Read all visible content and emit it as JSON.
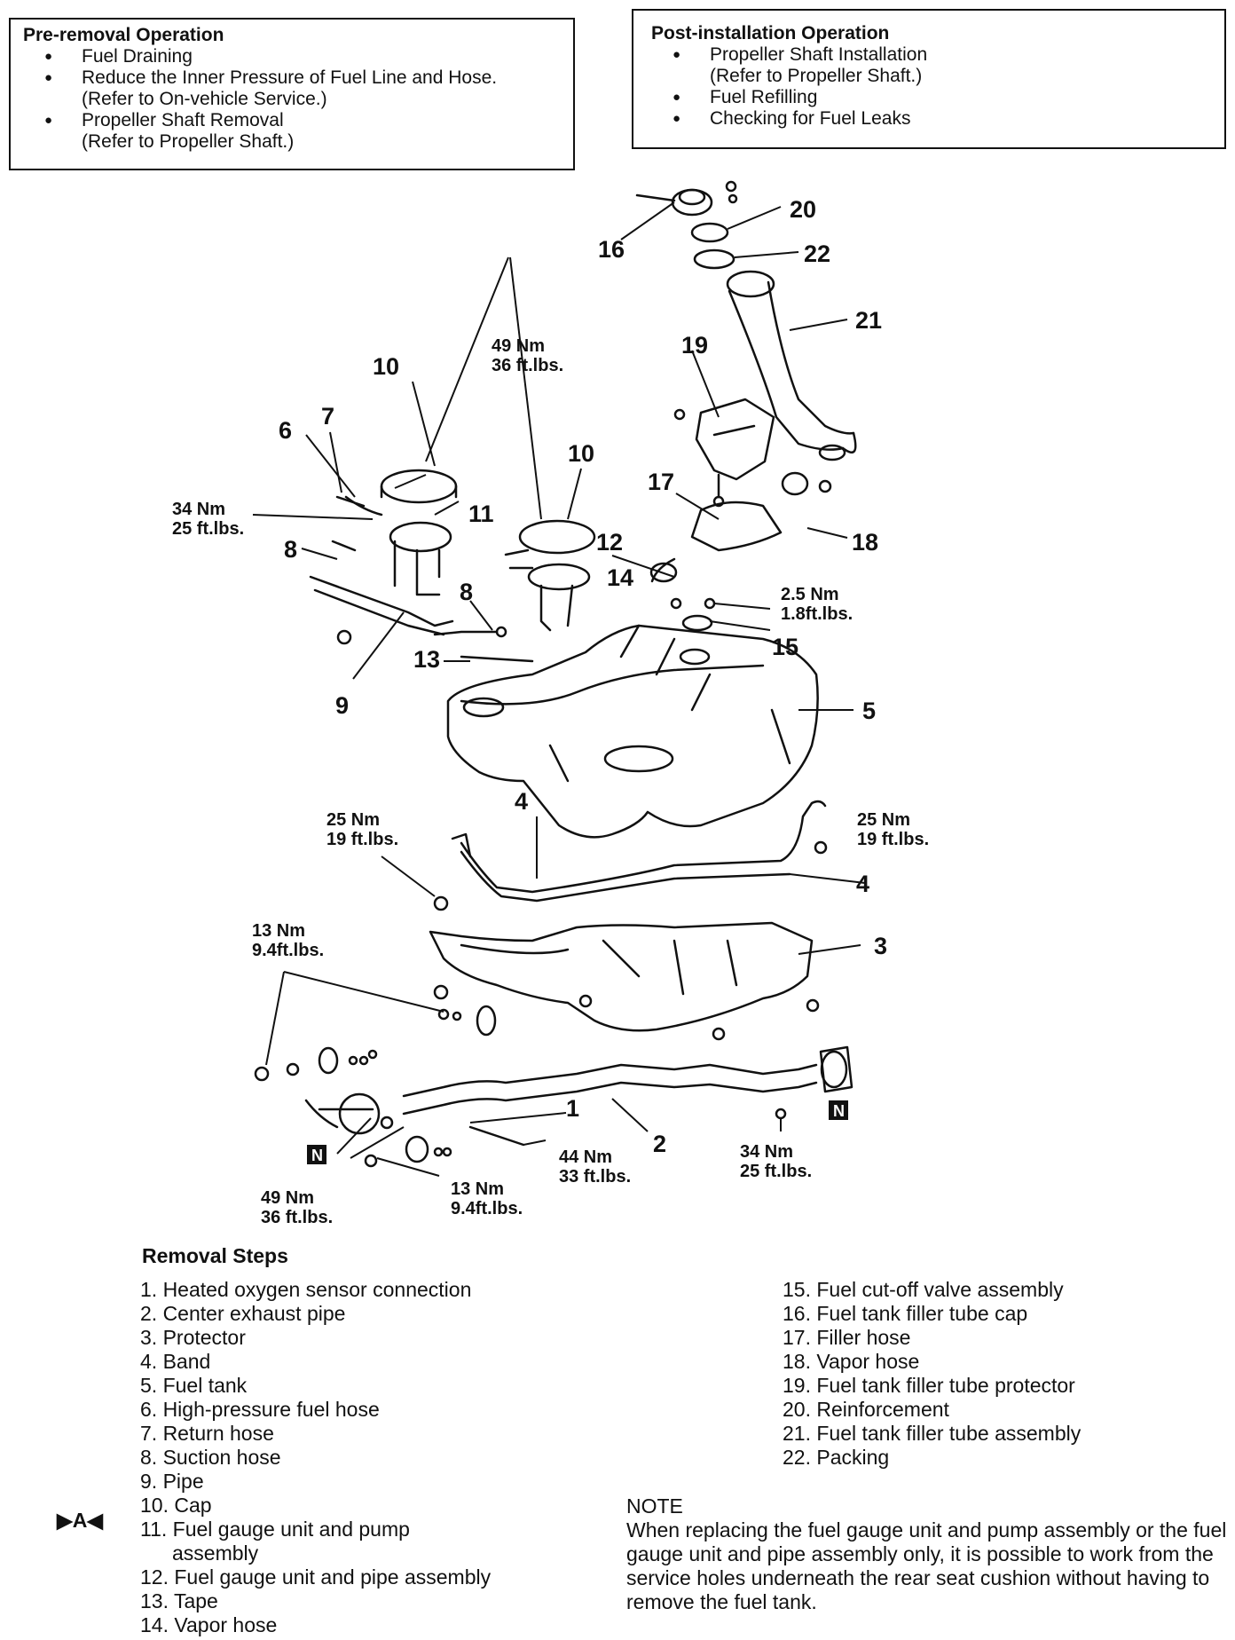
{
  "pre_removal": {
    "title": "Pre-removal Operation",
    "items": [
      {
        "text": "Fuel Draining",
        "sub": ""
      },
      {
        "text": "Reduce the Inner Pressure of Fuel Line and Hose.",
        "sub": "(Refer to On-vehicle Service.)"
      },
      {
        "text": "Propeller Shaft Removal",
        "sub": "(Refer to Propeller Shaft.)"
      }
    ]
  },
  "post_installation": {
    "title": "Post-installation Operation",
    "items": [
      {
        "text": "Propeller Shaft Installation",
        "sub": "(Refer to Propeller Shaft.)"
      },
      {
        "text": "Fuel Refilling",
        "sub": ""
      },
      {
        "text": "Checking for Fuel Leaks",
        "sub": ""
      }
    ]
  },
  "diagram_labels": {
    "n1": "1",
    "n2": "2",
    "n3": "3",
    "n4a": "4",
    "n4b": "4",
    "n5": "5",
    "n6": "6",
    "n7": "7",
    "n8a": "8",
    "n8b": "8",
    "n9": "9",
    "n10a": "10",
    "n10b": "10",
    "n11": "11",
    "n12": "12",
    "n13": "13",
    "n14": "14",
    "n15": "15",
    "n16": "16",
    "n17": "17",
    "n18": "18",
    "n19": "19",
    "n20": "20",
    "n21": "21",
    "n22": "22",
    "tq_49_top": [
      "49 Nm",
      "36 ft.lbs."
    ],
    "tq_34_left": [
      "34 Nm",
      "25 ft.lbs."
    ],
    "tq_25_n": [
      "2.5 Nm",
      "1.8ft.lbs."
    ],
    "tq_25_left": [
      "25 Nm",
      "19 ft.lbs."
    ],
    "tq_25_right": [
      "25 Nm",
      "19 ft.lbs."
    ],
    "tq_13_upper": [
      "13 Nm",
      "9.4ft.lbs."
    ],
    "tq_44": [
      "44 Nm",
      "33 ft.lbs."
    ],
    "tq_34_right": [
      "34 Nm",
      "25 ft.lbs."
    ],
    "tq_49_bottom": [
      "49 Nm",
      "36 ft.lbs."
    ],
    "tq_13_lower": [
      "13 Nm",
      "9.4ft.lbs."
    ],
    "n_badge": "N"
  },
  "removal_steps": {
    "title": "Removal Steps",
    "left": [
      "1. Heated oxygen sensor connection",
      "2. Center exhaust pipe",
      "3. Protector",
      "4. Band",
      "5. Fuel tank",
      "6. High-pressure fuel hose",
      "7. Return hose",
      "8. Suction hose",
      "9. Pipe",
      "10. Cap",
      "11. Fuel gauge unit and pump",
      "assembly",
      "12. Fuel gauge unit and pipe assembly",
      "13. Tape",
      "14. Vapor hose"
    ],
    "right": [
      "15. Fuel cut-off valve assembly",
      "16. Fuel tank filler tube cap",
      "17. Filler hose",
      "18. Vapor hose",
      "19. Fuel tank filler tube protector",
      "20. Reinforcement",
      "21. Fuel tank filler tube assembly",
      "22. Packing"
    ],
    "marker": "▶A◀"
  },
  "note": {
    "title": "NOTE",
    "text": "When replacing the fuel gauge unit and pump assembly or the fuel gauge unit and pipe assembly only, it is possible to work from the service holes underneath the rear seat cushion without having to remove the fuel tank."
  }
}
